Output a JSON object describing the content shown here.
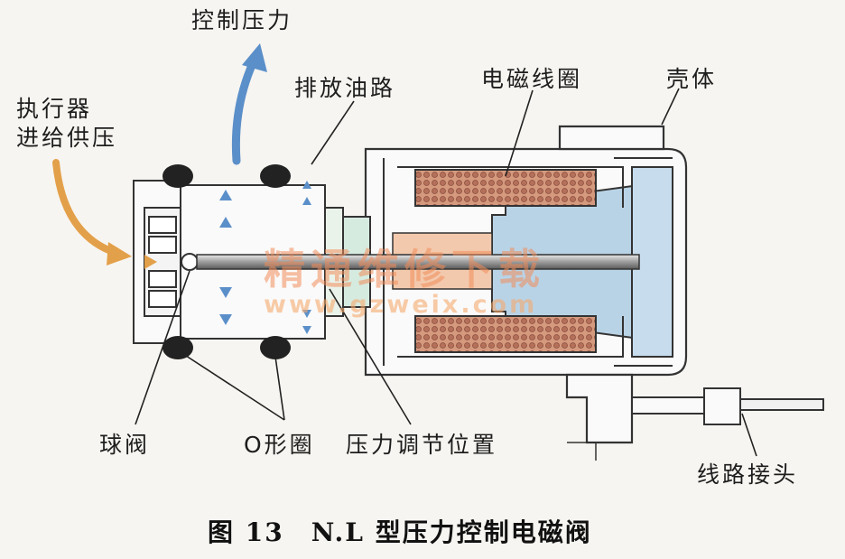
{
  "labels": {
    "control_pressure": "控制压力",
    "actuator_supply_line1": "执行器",
    "actuator_supply_line2": "进给供压",
    "drain_passage": "排放油路",
    "solenoid_coil": "电磁线圈",
    "housing": "壳体",
    "ball_valve": "球阀",
    "o_ring": "O形圈",
    "pressure_adjust": "压力调节位置",
    "connector": "线路接头"
  },
  "caption": "图 13　N.L 型压力控制电磁阀",
  "watermark": {
    "line1": "精通维修下载",
    "line2": "www.gzweix.com"
  },
  "colors": {
    "control_arrow": "#5b8fc9",
    "supply_arrow": "#e3a04a",
    "coil_fill": "#c98a6e",
    "armature_fill": "#b9d3e6",
    "seal_fill": "#222222",
    "outline": "#333333"
  }
}
